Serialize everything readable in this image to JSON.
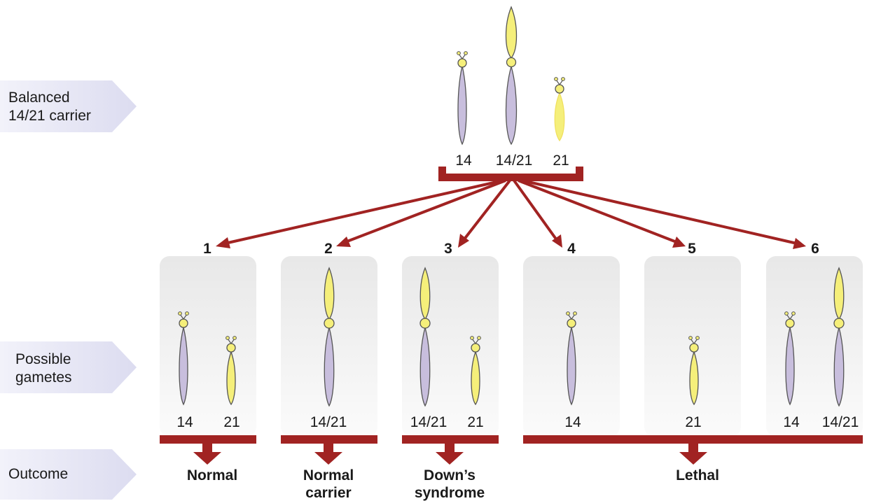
{
  "side_labels": {
    "carrier": [
      "Balanced",
      "14/21 carrier"
    ],
    "gametes": [
      "Possible",
      "gametes"
    ],
    "outcome": [
      "Outcome"
    ]
  },
  "carrier_chromosomes": [
    "14",
    "14/21",
    "21"
  ],
  "gametes": [
    {
      "number": "1",
      "chromosomes": [
        "14",
        "21"
      ]
    },
    {
      "number": "2",
      "chromosomes": [
        "14/21"
      ]
    },
    {
      "number": "3",
      "chromosomes": [
        "14/21",
        "21"
      ]
    },
    {
      "number": "4",
      "chromosomes": [
        "14"
      ]
    },
    {
      "number": "5",
      "chromosomes": [
        "21"
      ]
    },
    {
      "number": "6",
      "chromosomes": [
        "14",
        "14/21"
      ]
    }
  ],
  "outcomes": [
    {
      "lines": [
        "Normal"
      ]
    },
    {
      "lines": [
        "Normal",
        "carrier"
      ]
    },
    {
      "lines": [
        "Down’s",
        "syndrome"
      ]
    },
    {
      "lines": [
        "Lethal"
      ]
    }
  ],
  "colors": {
    "arrow": "#a12322",
    "chr14": "#c8bedd",
    "chr21": "#f5ef7a",
    "label_arrow": "#e4e5f4",
    "panel": "#ececec"
  }
}
